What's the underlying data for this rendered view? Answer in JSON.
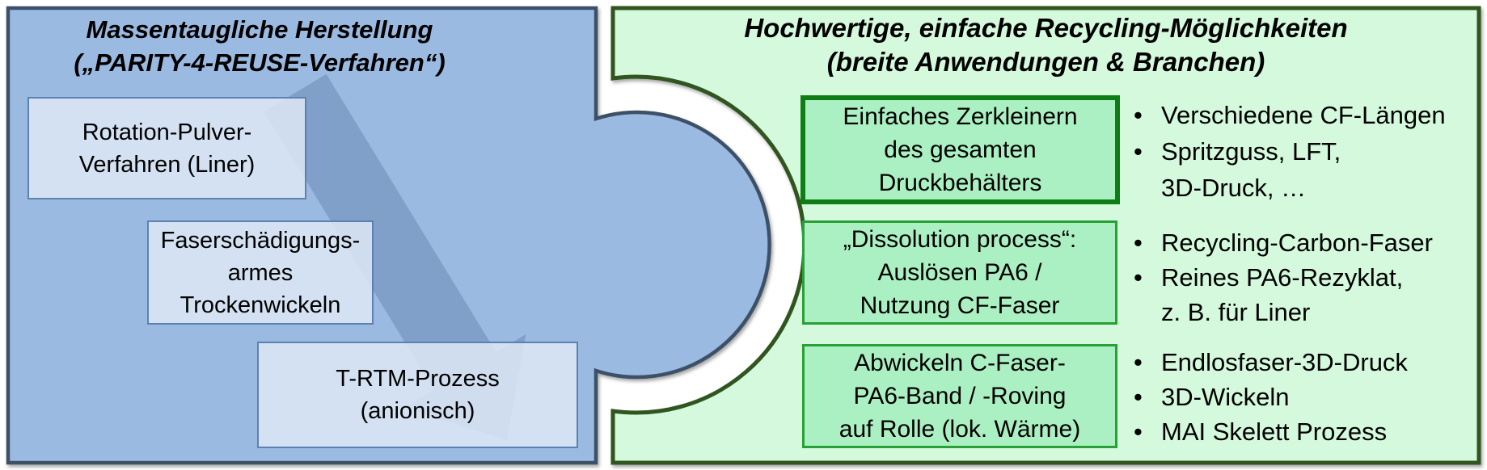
{
  "left_panel": {
    "title_line1": "Massentaugliche Herstellung",
    "title_line2": "(„PARITY-4-REUSE-Verfahren“)",
    "boxes": [
      {
        "lines": [
          "Rotation-Pulver-",
          "Verfahren (Liner)"
        ]
      },
      {
        "lines": [
          "Faserschädigungs-",
          "armes",
          "Trockenwickeln"
        ]
      },
      {
        "lines": [
          "T-RTM-Prozess",
          "(anionisch)"
        ]
      }
    ]
  },
  "right_panel": {
    "title_line1": "Hochwertige, einfache Recycling-Möglichkeiten",
    "title_line2": "(breite Anwendungen & Branchen)",
    "rows": [
      {
        "box_lines": [
          "Einfaches Zerkleinern",
          "des gesamten",
          "Druckbehälters"
        ],
        "bullets": [
          {
            "marker": "•",
            "text": "Verschiedene CF-Längen"
          },
          {
            "marker": "•",
            "text": "Spritzguss, LFT,"
          },
          {
            "marker": "",
            "text": "3D-Druck, …"
          }
        ]
      },
      {
        "box_lines": [
          "„Dissolution process“:",
          "Auslösen PA6 /",
          "Nutzung CF-Faser"
        ],
        "bullets": [
          {
            "marker": "•",
            "text": "Recycling-Carbon-Faser"
          },
          {
            "marker": "•",
            "text": "Reines PA6-Rezyklat,"
          },
          {
            "marker": "",
            "text": "z. B. für Liner"
          }
        ]
      },
      {
        "box_lines": [
          "Abwickeln C-Faser-",
          "PA6-Band / -Roving",
          "auf Rolle (lok. Wärme)"
        ],
        "bullets": [
          {
            "marker": "•",
            "text": "Endlosfaser-3D-Druck"
          },
          {
            "marker": "•",
            "text": "3D-Wickeln"
          },
          {
            "marker": "•",
            "text": "MAI Skelett Prozess"
          }
        ]
      }
    ]
  },
  "colors": {
    "left_panel_fill": "#9ABAE1",
    "left_panel_border": "#3C5168",
    "left_box_fill": "#DEE8F6",
    "left_box_border": "#5D81B2",
    "arrow_fill": "#3A5E8C",
    "right_panel_fill": "#D4F9DD",
    "right_panel_border": "#30551F",
    "right_box_fill": "#ABF0C2",
    "right_box_border_strong": "#0F7D15",
    "right_box_border_thin": "#27A035"
  }
}
